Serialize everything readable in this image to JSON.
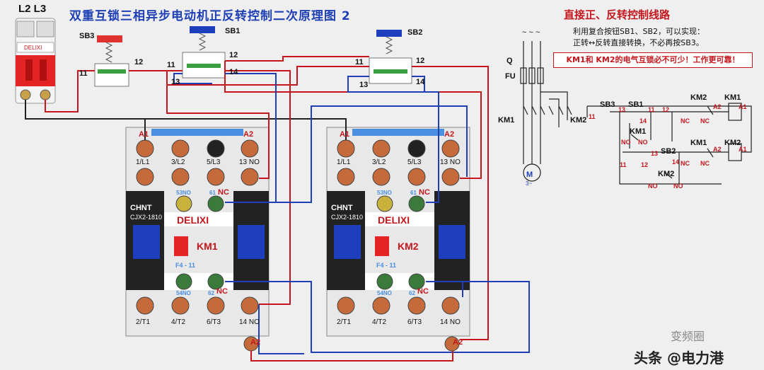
{
  "breaker": {
    "phase_label": "L2 L3",
    "brand": "DELIXI"
  },
  "title": "双重互锁三相异步电动机正反转控制二次原理图 2",
  "buttons": {
    "sb1": "SB1",
    "sb2": "SB2",
    "sb3": "SB3"
  },
  "terminal_numbers": {
    "t11": "11",
    "t12": "12",
    "t13": "13",
    "t14": "14"
  },
  "contactors": [
    {
      "id": "KM1",
      "brand": "CHNT",
      "model": "CJX2-1810",
      "maker": "DELIXI",
      "aux_block": "F4 - 11",
      "terminals_top": [
        "1/L1",
        "3/L2",
        "5/L3",
        "13 NO"
      ],
      "terminals_bottom": [
        "2/T1",
        "4/T2",
        "6/T3",
        "14 NO"
      ],
      "coil_top": "A1",
      "coil_top2": "A2",
      "coil_bottom": "A2",
      "aux_no_top": "53NO",
      "aux_nc_top": "61",
      "aux_no_bottom": "54NO",
      "aux_nc_bottom": "62",
      "nc": "NC"
    },
    {
      "id": "KM2",
      "brand": "CHNT",
      "model": "CJX2-1810",
      "maker": "DELIXI",
      "aux_block": "F4 - 11",
      "terminals_top": [
        "1/L1",
        "3/L2",
        "5/L3",
        "13 NO"
      ],
      "terminals_bottom": [
        "2/T1",
        "4/T2",
        "6/T3",
        "14 NO"
      ],
      "coil_top": "A1",
      "coil_top2": "A2",
      "coil_bottom": "A2",
      "aux_no_top": "53NO",
      "aux_nc_top": "61",
      "aux_no_bottom": "54NO",
      "aux_nc_bottom": "62",
      "nc": "NC"
    }
  ],
  "schematic": {
    "title": "直接正、反转控制线路",
    "note1": "利用复合按钮SB1、SB2，可以实现：",
    "note2": "正转↔反转直接转换，不必再按SB3。",
    "warning": "KM1和 KM2的电气互锁必不可少！工作更可靠！",
    "tilde": "~ ~ ~",
    "q": "Q",
    "fu": "FU",
    "km1": "KM1",
    "km2": "KM2",
    "motor": "M",
    "motor_sub": "3~",
    "sb3": "SB3",
    "sb1": "SB1",
    "sb2": "SB2",
    "nc": "NC",
    "no": "NO",
    "n11": "11",
    "n12": "12",
    "n13": "13",
    "n14": "14",
    "a1": "A1",
    "a2": "A2"
  },
  "watermark": "变频圈",
  "credit": "头条 @电力港",
  "colors": {
    "wire_red": "#c4161c",
    "wire_blue": "#1f3fb5",
    "wire_black": "#222222"
  }
}
